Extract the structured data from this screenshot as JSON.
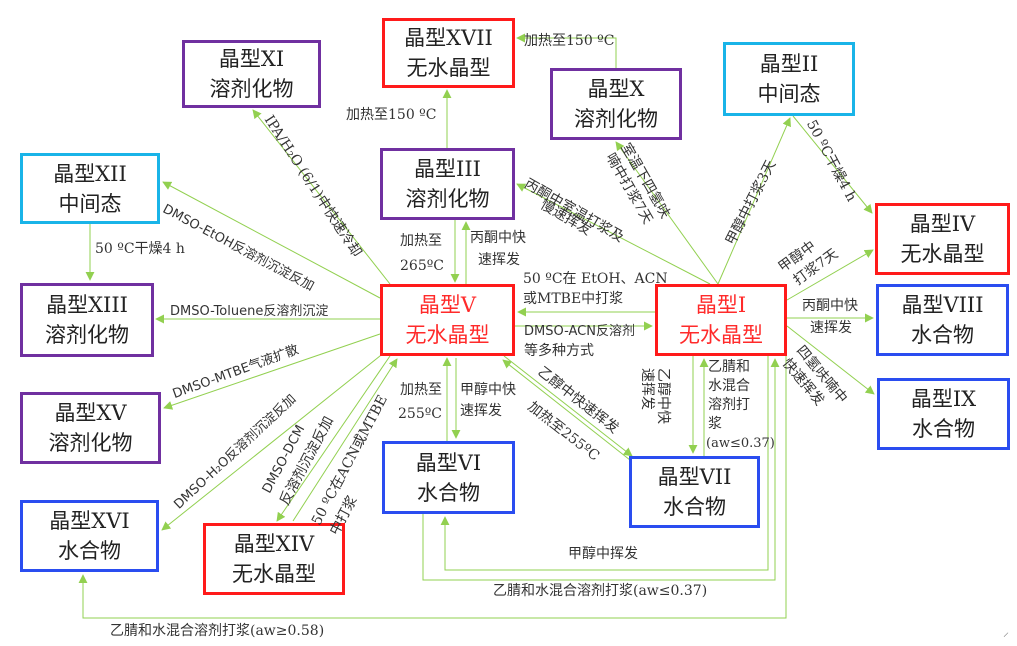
{
  "diagram": {
    "edge_color": "#92d050",
    "nodes": [
      {
        "id": "XI",
        "line1": "晶型XI",
        "line2": "溶剂化物",
        "category": "solvate"
      },
      {
        "id": "XVII",
        "line1": "晶型XVII",
        "line2": "无水晶型",
        "category": "anhydrous"
      },
      {
        "id": "X",
        "line1": "晶型X",
        "line2": "溶剂化物",
        "category": "solvate"
      },
      {
        "id": "II",
        "line1": "晶型II",
        "line2": "中间态",
        "category": "intermediate"
      },
      {
        "id": "XII",
        "line1": "晶型XII",
        "line2": "中间态",
        "category": "intermediate"
      },
      {
        "id": "III",
        "line1": "晶型III",
        "line2": "溶剂化物",
        "category": "solvate"
      },
      {
        "id": "IV",
        "line1": "晶型IV",
        "line2": "无水晶型",
        "category": "anhydrous"
      },
      {
        "id": "XIII",
        "line1": "晶型XIII",
        "line2": "溶剂化物",
        "category": "solvate"
      },
      {
        "id": "V",
        "line1": "晶型V",
        "line2": "无水晶型",
        "category": "anhydrous-highlight"
      },
      {
        "id": "I",
        "line1": "晶型I",
        "line2": "无水晶型",
        "category": "anhydrous-highlight"
      },
      {
        "id": "VIII",
        "line1": "晶型VIII",
        "line2": "水合物",
        "category": "hydrate"
      },
      {
        "id": "XV",
        "line1": "晶型XV",
        "line2": "溶剂化物",
        "category": "solvate"
      },
      {
        "id": "IX",
        "line1": "晶型IX",
        "line2": "水合物",
        "category": "hydrate"
      },
      {
        "id": "VI",
        "line1": "晶型VI",
        "line2": "水合物",
        "category": "hydrate"
      },
      {
        "id": "VII",
        "line1": "晶型VII",
        "line2": "水合物",
        "category": "hydrate"
      },
      {
        "id": "XVI",
        "line1": "晶型XVI",
        "line2": "水合物",
        "category": "hydrate"
      },
      {
        "id": "XIV",
        "line1": "晶型XIV",
        "line2": "无水晶型",
        "category": "anhydrous"
      }
    ],
    "category_colors": {
      "anhydrous": "#ff1a1a",
      "anhydrous-highlight": "#ff1a1a",
      "solvate": "#7030a0",
      "intermediate": "#19b4e8",
      "hydrate": "#2a4df0"
    },
    "edges": [
      {
        "from": "X",
        "to": "XVII",
        "label": "加热至150 ºC"
      },
      {
        "from": "III",
        "to": "XVII",
        "label": "加热至150 ºC"
      },
      {
        "from": "V",
        "to": "XI",
        "label": "IPA/H₂O (6/1)中快速冷却"
      },
      {
        "from": "I",
        "to": "X",
        "label": "室温下四氢呋喃中打浆7天"
      },
      {
        "from": "I",
        "to": "II",
        "label": "甲醇中打浆3天"
      },
      {
        "from": "II",
        "to": "IV",
        "label": "50 ºC干燥4 h"
      },
      {
        "from": "I",
        "to": "III",
        "label": "丙酮中室温打浆及慢速挥发"
      },
      {
        "from": "V",
        "to": "XII",
        "label": "DMSO-EtOH反溶剂沉淀反加"
      },
      {
        "from": "XII",
        "to": "XIII",
        "label": "50 ºC干燥4 h"
      },
      {
        "from": "III",
        "to": "V",
        "label": "加热至265ºC"
      },
      {
        "from": "V",
        "to": "III",
        "label": "丙酮中快速挥发"
      },
      {
        "from": "I",
        "to": "IV",
        "label": "甲醇中打浆7天"
      },
      {
        "from": "I",
        "to": "V",
        "label": "50 ºC在 EtOH、ACN或MTBE中打浆"
      },
      {
        "from": "V",
        "to": "I",
        "label": "DMSO-ACN反溶剂等多种方式"
      },
      {
        "from": "V",
        "to": "XIII",
        "label": "DMSO-Toluene反溶剂沉淀"
      },
      {
        "from": "I",
        "to": "VIII",
        "label": "丙酮中快速挥发"
      },
      {
        "from": "V",
        "to": "XV",
        "label": "DMSO-MTBE气液扩散"
      },
      {
        "from": "I",
        "to": "IX",
        "label": "四氢呋喃中快速挥发"
      },
      {
        "from": "V",
        "to": "XVI",
        "label": "DMSO-H₂O反溶剂沉淀反加"
      },
      {
        "from": "V",
        "to": "XIV",
        "label": "DMSO-DCM反溶剂沉淀反加"
      },
      {
        "from": "XIV",
        "to": "V",
        "label": "50 ºC在ACN或MTBE中打浆"
      },
      {
        "from": "VI",
        "to": "V",
        "label": "加热至255ºC"
      },
      {
        "from": "V",
        "to": "VI",
        "label": "甲醇中快速挥发"
      },
      {
        "from": "V",
        "to": "VII",
        "label": "乙醇中快速挥发"
      },
      {
        "from": "VII",
        "to": "V",
        "label": "加热至255ºC"
      },
      {
        "from": "I",
        "to": "VII",
        "label": "乙醇中快速挥发"
      },
      {
        "from": "VII",
        "to": "I",
        "label": "乙腈和水混合溶剂打浆(aw≤0.37)"
      },
      {
        "from": "I",
        "to": "VI",
        "label": "甲醇中挥发"
      },
      {
        "from": "VI",
        "to": "I",
        "label": "乙腈和水混合溶剂打浆(aw≤0.37)"
      },
      {
        "from": "I",
        "to": "XVI",
        "label": "乙腈和水混合溶剂打浆(aw≥0.58)"
      }
    ],
    "labels": {
      "X_XVII": "加热至150 ºC",
      "III_XVII": "加热至150 ºC",
      "V_XI": "IPA/H₂O (6/1)中快速冷却",
      "I_X_1": "室温下四氢呋",
      "I_X_2": "喃中打浆7天",
      "I_II": "甲醇中打浆3天",
      "II_IV": "50 ºC干燥4 h",
      "I_III_1": "丙酮中室温打浆及",
      "I_III_2": "慢速挥发",
      "V_XII": "DMSO-EtOH反溶剂沉淀反加",
      "XII_XIII": "50 ºC干燥4 h",
      "III_V_1": "加热至",
      "III_V_2": "265ºC",
      "V_III_1": "丙酮中快",
      "V_III_2": "速挥发",
      "I_IV_1": "甲醇中",
      "I_IV_2": "打浆7天",
      "I_V_1": "50 ºC在 EtOH、ACN",
      "I_V_2": "或MTBE中打浆",
      "V_I_1": "DMSO-ACN反溶剂",
      "V_I_2": "等多种方式",
      "V_XIII": "DMSO-Toluene反溶剂沉淀",
      "I_VIII_1": "丙酮中快",
      "I_VIII_2": "速挥发",
      "V_XV": "DMSO-MTBE气液扩散",
      "I_IX_1": "四氢呋喃中",
      "I_IX_2": "快速挥发",
      "V_XVI": "DMSO-H₂O反溶剂沉淀反加",
      "V_XIV_1": "DMSO-DCM",
      "V_XIV_2": "反溶剂沉淀反加",
      "XIV_V_1": "50 ºC在ACN或MTBE",
      "XIV_V_2": "中打浆",
      "VI_V_1": "加热至",
      "VI_V_2": "255ºC",
      "V_VI_1": "甲醇中快",
      "V_VI_2": "速挥发",
      "V_VII": "乙醇中快速挥发",
      "VII_V": "加热至255ºC",
      "I_VII_1": "乙醇中快",
      "I_VII_2": "速挥发",
      "VII_I_1": "乙腈和",
      "VII_I_2": "水混合",
      "VII_I_3": "溶剂打",
      "VII_I_4": "浆",
      "VII_I_5": "(aw≤0.37)",
      "I_VI": "甲醇中挥发",
      "VI_I": "乙腈和水混合溶剂打浆(aw≤0.37)",
      "I_XVI": "乙腈和水混合溶剂打浆(aw≥0.58)"
    },
    "corner_mark": "⸝"
  }
}
